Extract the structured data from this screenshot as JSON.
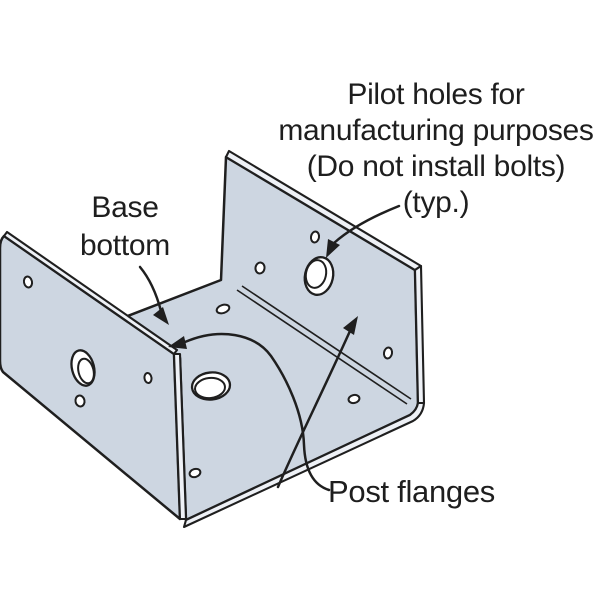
{
  "labels": {
    "pilot_holes": {
      "line1": "Pilot holes for",
      "line2": "manufacturing purposes",
      "line3": "(Do not install bolts)",
      "line4": "(typ.)"
    },
    "base_bottom": {
      "line1": "Base",
      "line2": "bottom"
    },
    "post_flanges": "Post flanges"
  },
  "colors": {
    "background": "#ffffff",
    "plate": "#cdd6e1",
    "plate_edge": "#eef1f6",
    "hole_fill": "#ffffff",
    "line": "#1f1f1f",
    "text": "#1e1e1e"
  }
}
